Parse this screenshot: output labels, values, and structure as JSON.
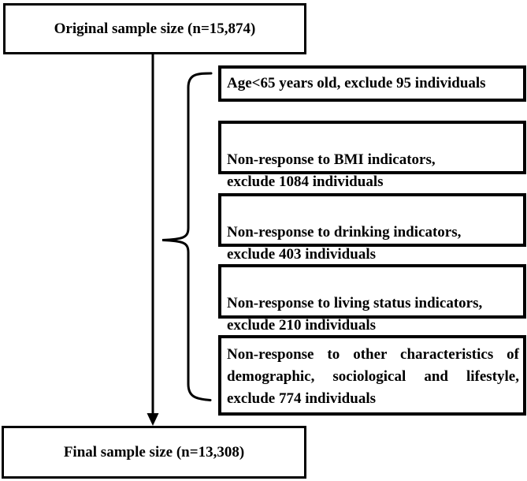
{
  "diagram": {
    "top_box": {
      "label": "Original sample size (n=15,874)"
    },
    "exclusion_boxes": [
      {
        "label": "Age<65 years old, exclude 95 individuals"
      },
      {
        "label": "Non-response to BMI indicators,\nexclude 1084 individuals"
      },
      {
        "label": "Non-response to drinking indicators,\nexclude 403 individuals"
      },
      {
        "label": "Non-response to living status indicators,\nexclude 210 individuals"
      },
      {
        "label": "Non-response to other characteristics of demographic, sociological and lifestyle, exclude 774 individuals"
      }
    ],
    "final_box": {
      "label": "Final sample size (n=13,308)"
    },
    "colors": {
      "line": "#000000",
      "text": "#000000",
      "background": "#ffffff"
    }
  }
}
